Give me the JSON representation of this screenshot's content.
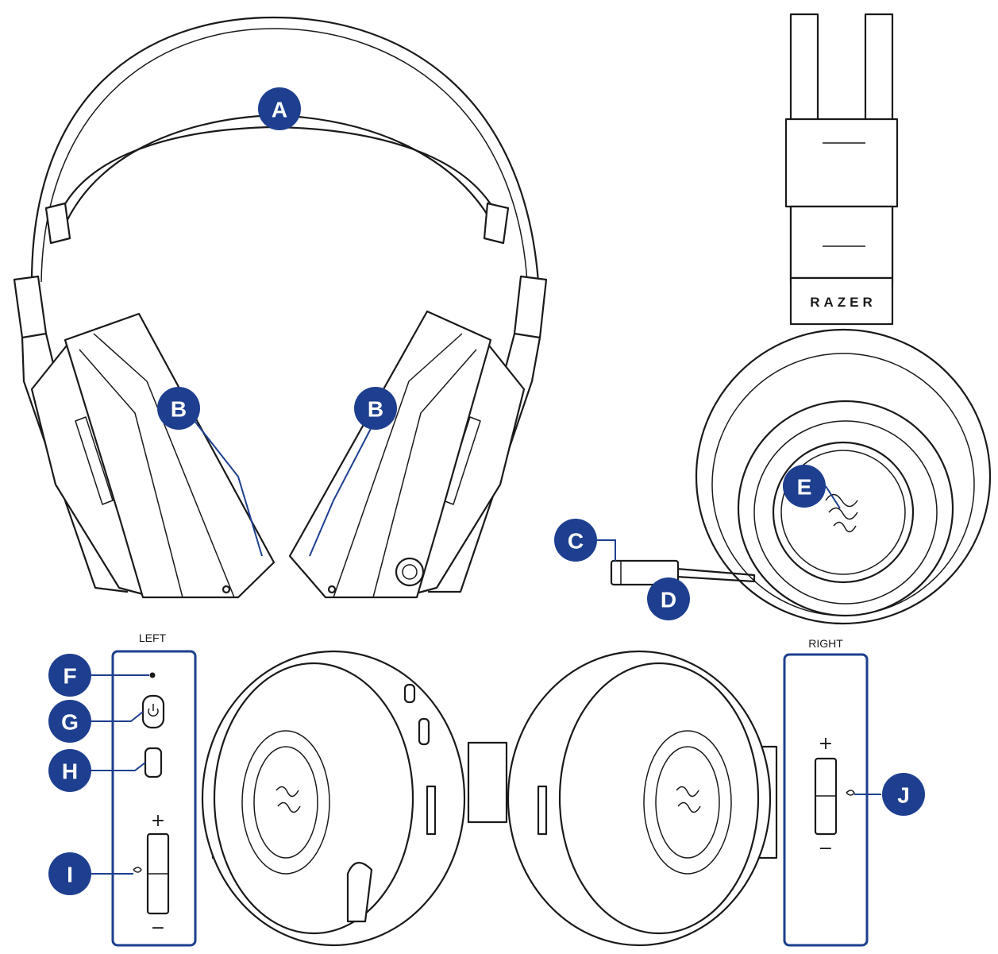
{
  "brand_text": "RAZER",
  "panels": {
    "left_label": "LEFT",
    "right_label": "RIGHT"
  },
  "symbols": {
    "plus": "+",
    "minus": "−"
  },
  "callouts": {
    "a": "A",
    "b_left": "B",
    "b_right": "B",
    "c": "C",
    "d": "D",
    "e": "E",
    "f": "F",
    "g": "G",
    "h": "H",
    "i": "I",
    "j": "J"
  },
  "colors": {
    "callout": "#1e3f8f",
    "line_art": "#1a1a1a"
  }
}
